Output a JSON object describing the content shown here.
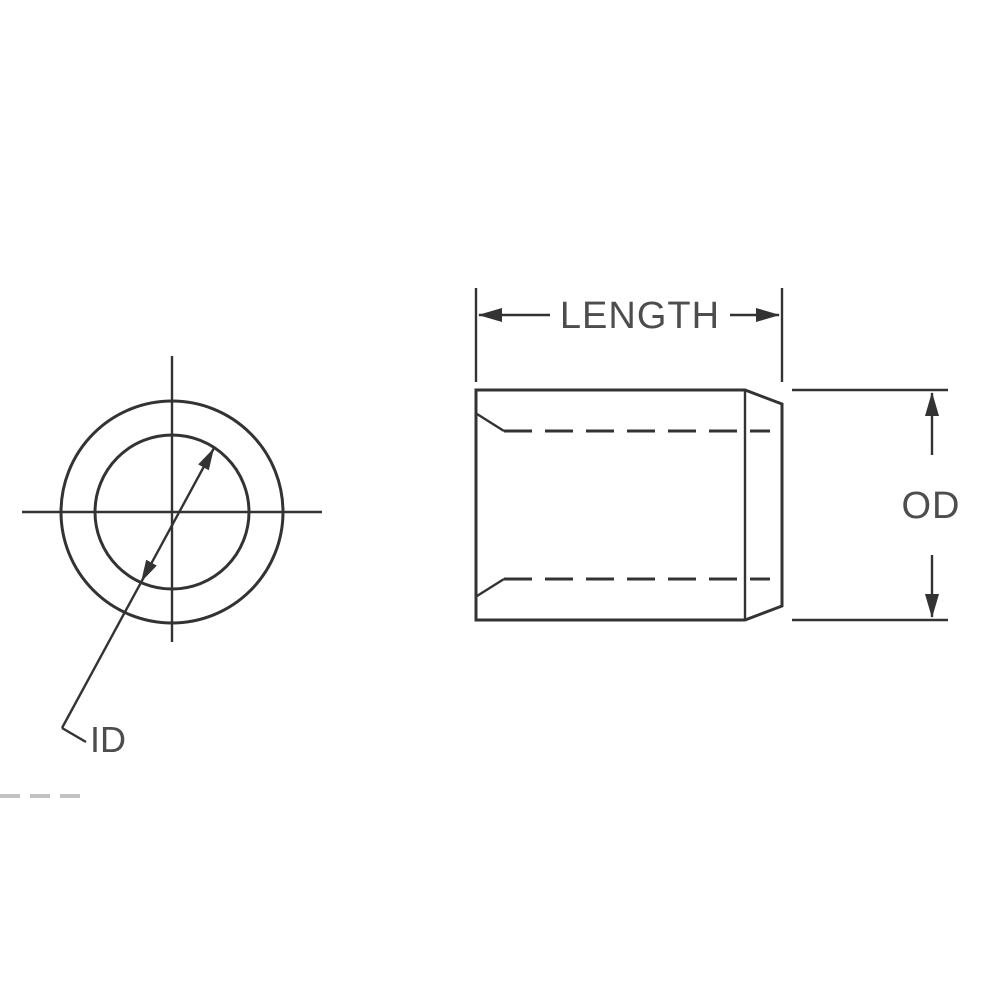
{
  "diagram": {
    "labels": {
      "length_label": "LENGTH",
      "od_label": "OD",
      "id_label": "ID"
    },
    "colors": {
      "part_fill": "#c9c9c9",
      "bore_fill": "#ffffff",
      "line": "#333333",
      "text": "#4d4d4d",
      "background": "#ffffff"
    }
  }
}
